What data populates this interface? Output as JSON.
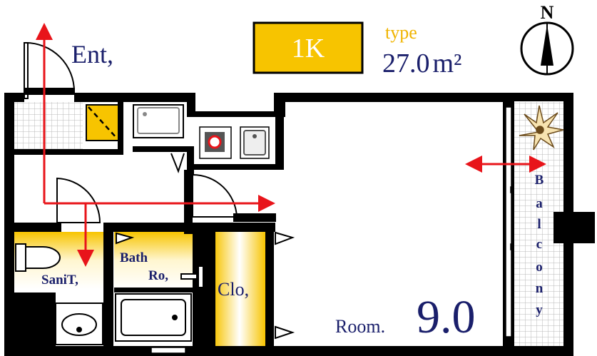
{
  "header": {
    "layout_badge": "1K",
    "type_label": "type",
    "area_value": "27.0",
    "area_unit": "m²"
  },
  "compass": {
    "north_label": "N"
  },
  "rooms": {
    "entrance": "Ent,",
    "toilet": "SaniT,",
    "bath_line1": "Bath",
    "bath_line2": "Ro,",
    "closet": "Clo,",
    "room_label": "Room.",
    "room_size": "9.0",
    "balcony_letters": [
      "B",
      "a",
      "l",
      "c",
      "o",
      "n",
      "y"
    ]
  },
  "colors": {
    "badge_fill": "#f7c400",
    "type_text": "#f0b400",
    "label_text": "#1a1f6b",
    "arrow": "#e8141a",
    "wall": "#000000",
    "tile_line": "#b8b8b8"
  }
}
